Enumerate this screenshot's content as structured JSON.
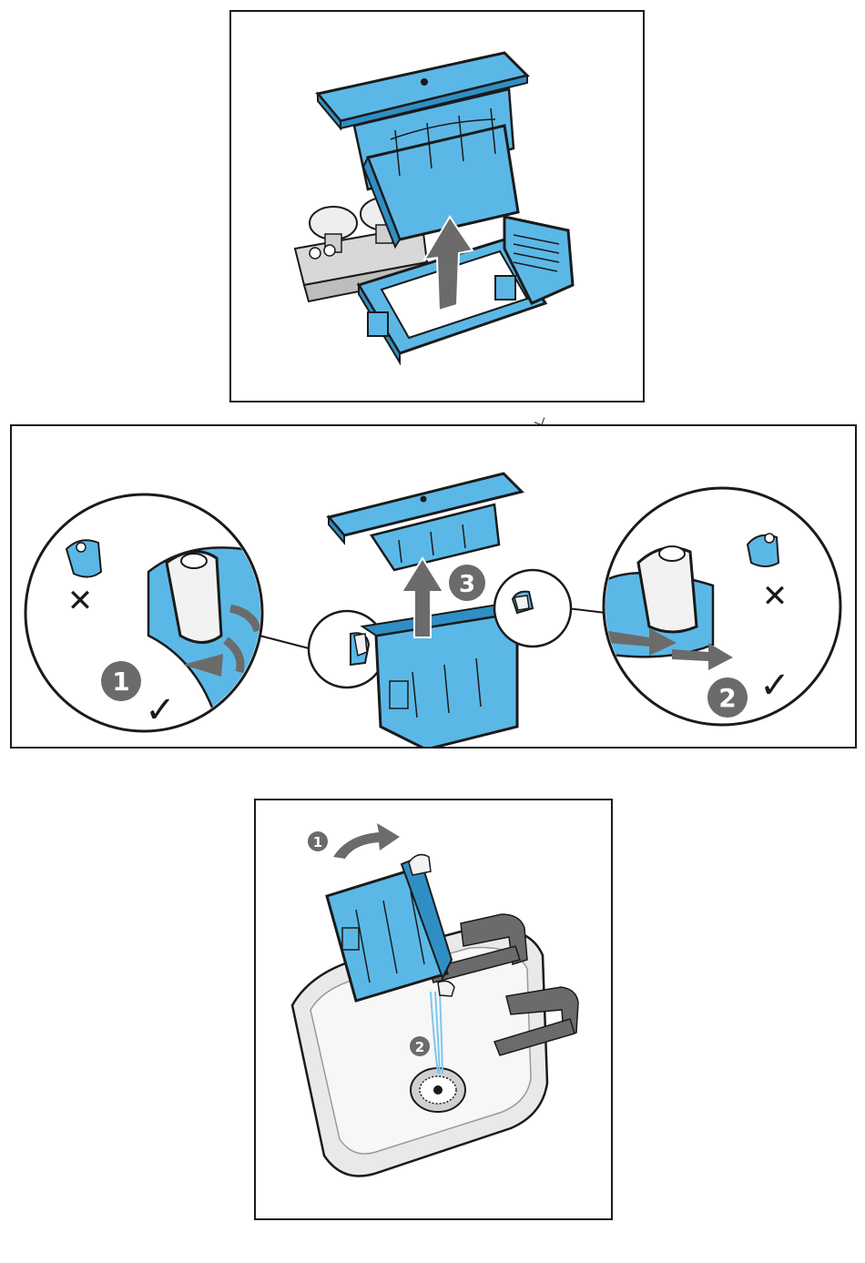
{
  "figure": {
    "top_panel": {
      "description_icons": [
        "filter-housing",
        "base-tray",
        "lift-arrow"
      ]
    },
    "middle_panel": {
      "steps": [
        {
          "number": "1",
          "mark": "✓",
          "wrong_mark": "✕"
        },
        {
          "number": "2",
          "mark": "✓",
          "wrong_mark": "✕"
        },
        {
          "number": "3"
        }
      ]
    },
    "bottom_panel": {
      "steps": [
        {
          "number": "1"
        },
        {
          "number": "2"
        }
      ]
    }
  },
  "colors": {
    "part_blue": "#5bb8e6",
    "part_blue_dark": "#2f8fc4",
    "outline": "#1a1a1a",
    "arrow_gray": "#6b6b6b",
    "metal": "#d8d8d8",
    "sink": "#e9e9e9"
  }
}
